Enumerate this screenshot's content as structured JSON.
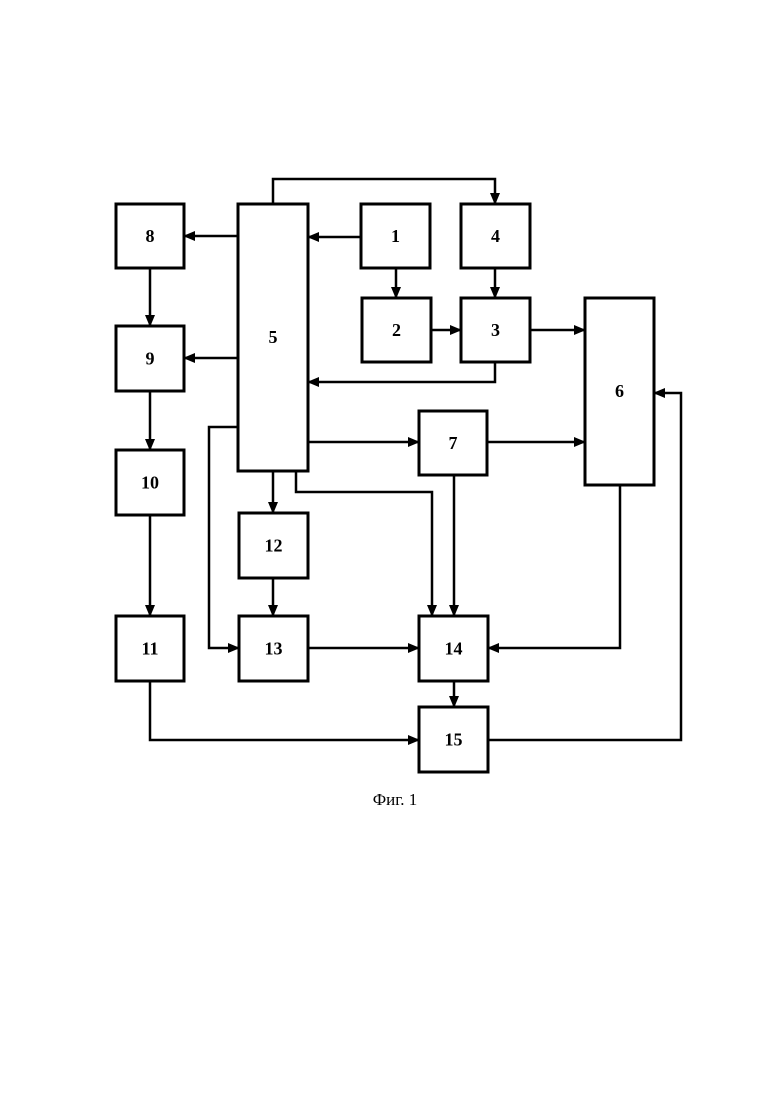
{
  "blocks": {
    "b1": "1",
    "b2": "2",
    "b3": "3",
    "b4": "4",
    "b5": "5",
    "b6": "6",
    "b7": "7",
    "b8": "8",
    "b9": "9",
    "b10": "10",
    "b11": "11",
    "b12": "12",
    "b13": "13",
    "b14": "14",
    "b15": "15"
  },
  "caption": "Фиг. 1",
  "connections": [
    [
      "1",
      "5"
    ],
    [
      "1",
      "2"
    ],
    [
      "2",
      "3"
    ],
    [
      "4",
      "3"
    ],
    [
      "5",
      "4"
    ],
    [
      "3",
      "5"
    ],
    [
      "3",
      "6"
    ],
    [
      "5",
      "8"
    ],
    [
      "5",
      "9"
    ],
    [
      "8",
      "9"
    ],
    [
      "9",
      "10"
    ],
    [
      "10",
      "11"
    ],
    [
      "5",
      "7"
    ],
    [
      "7",
      "6"
    ],
    [
      "5",
      "12"
    ],
    [
      "12",
      "13"
    ],
    [
      "5",
      "13"
    ],
    [
      "5",
      "14"
    ],
    [
      "7",
      "14"
    ],
    [
      "13",
      "14"
    ],
    [
      "6",
      "14"
    ],
    [
      "14",
      "15"
    ],
    [
      "11",
      "15"
    ],
    [
      "15",
      "6"
    ]
  ]
}
